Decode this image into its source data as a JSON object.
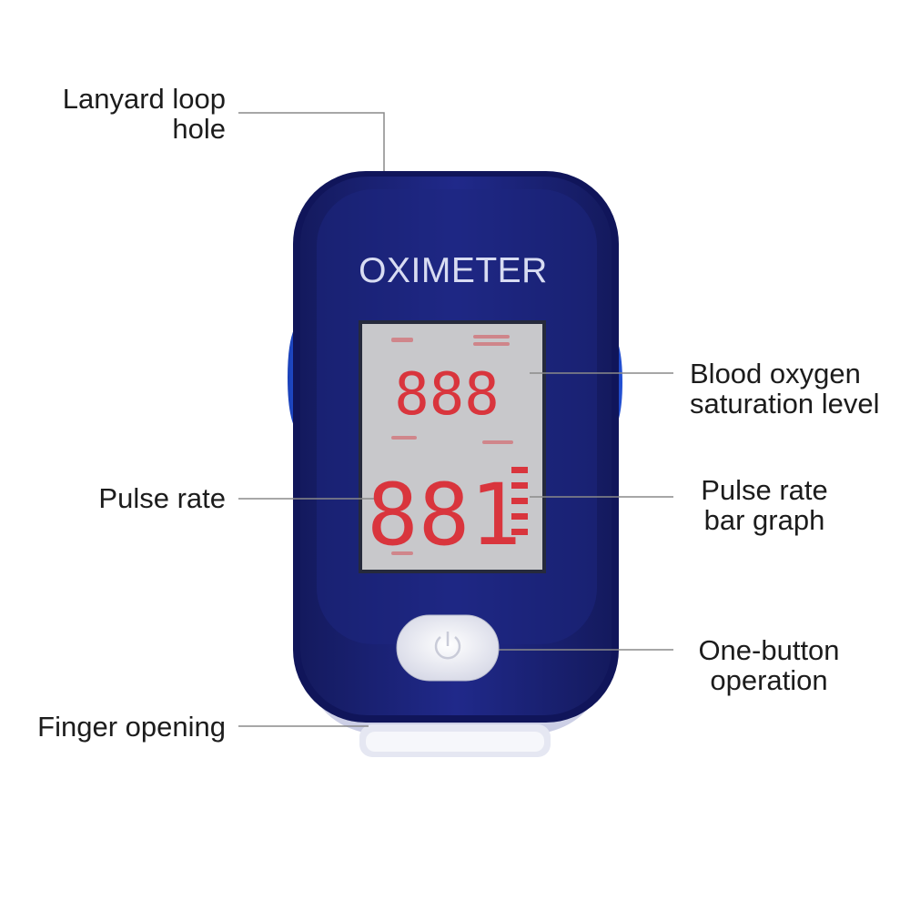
{
  "device": {
    "brand_text": "OXIMETER",
    "display_top_digits": "888",
    "display_bottom_digits": "881"
  },
  "callouts": {
    "lanyard": {
      "line1": "Lanyard loop",
      "line2": "hole"
    },
    "spo2": {
      "line1": "Blood oxygen",
      "line2": "saturation level"
    },
    "pulse_rate": {
      "line1": "Pulse rate"
    },
    "bar_graph": {
      "line1": "Pulse rate",
      "line2": "bar graph"
    },
    "button": {
      "line1": "One-button",
      "line2": "operation"
    },
    "finger": {
      "line1": "Finger opening"
    }
  },
  "colors": {
    "body_blue": "#1c2478",
    "screen_gray": "#c6c6c8",
    "digit_red": "#d9353d",
    "leader_gray": "#8a8a8a"
  }
}
